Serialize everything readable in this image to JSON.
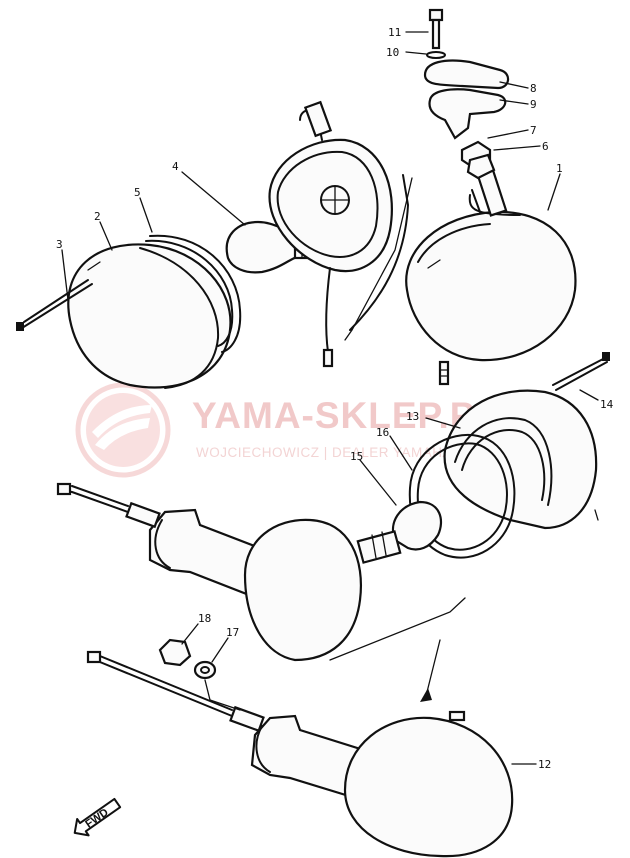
{
  "watermark": {
    "title": "YAMA-SKLEP.PL",
    "subtitle": "WOJCIECHOWICZ | DEALER YAMAHA"
  },
  "direction_label": "FWD",
  "callouts": [
    "1",
    "2",
    "3",
    "4",
    "5",
    "6",
    "7",
    "8",
    "9",
    "10",
    "11",
    "12",
    "13",
    "14",
    "15",
    "16",
    "17",
    "18"
  ],
  "colors": {
    "watermark": "#f1c9c9",
    "line": "#111111"
  }
}
